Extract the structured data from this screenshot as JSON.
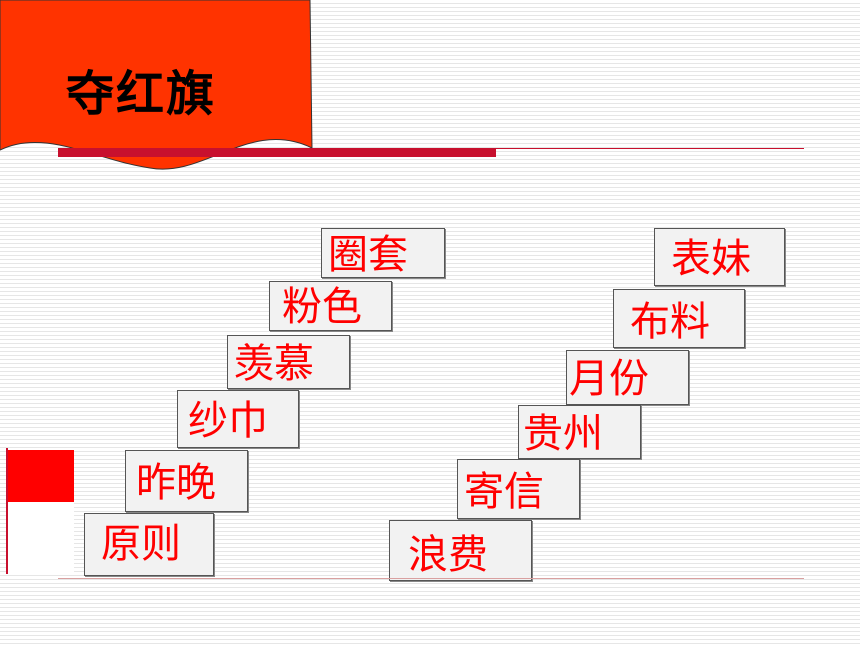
{
  "slide": {
    "title": "夺红旗",
    "words": {
      "w1": "圈套",
      "w2": "粉色",
      "w3": "羡慕",
      "w4": "纱巾",
      "w5": "昨晚",
      "w6": "原则",
      "w7": "表妹",
      "w8": "布料",
      "w9": "月份",
      "w10": "贵州",
      "w11": "寄信",
      "w12": "浪费"
    }
  },
  "colors": {
    "banner": "#ff3300",
    "word_text": "#ff0000",
    "rule": "#c8102e",
    "flag": "#ff0000"
  }
}
